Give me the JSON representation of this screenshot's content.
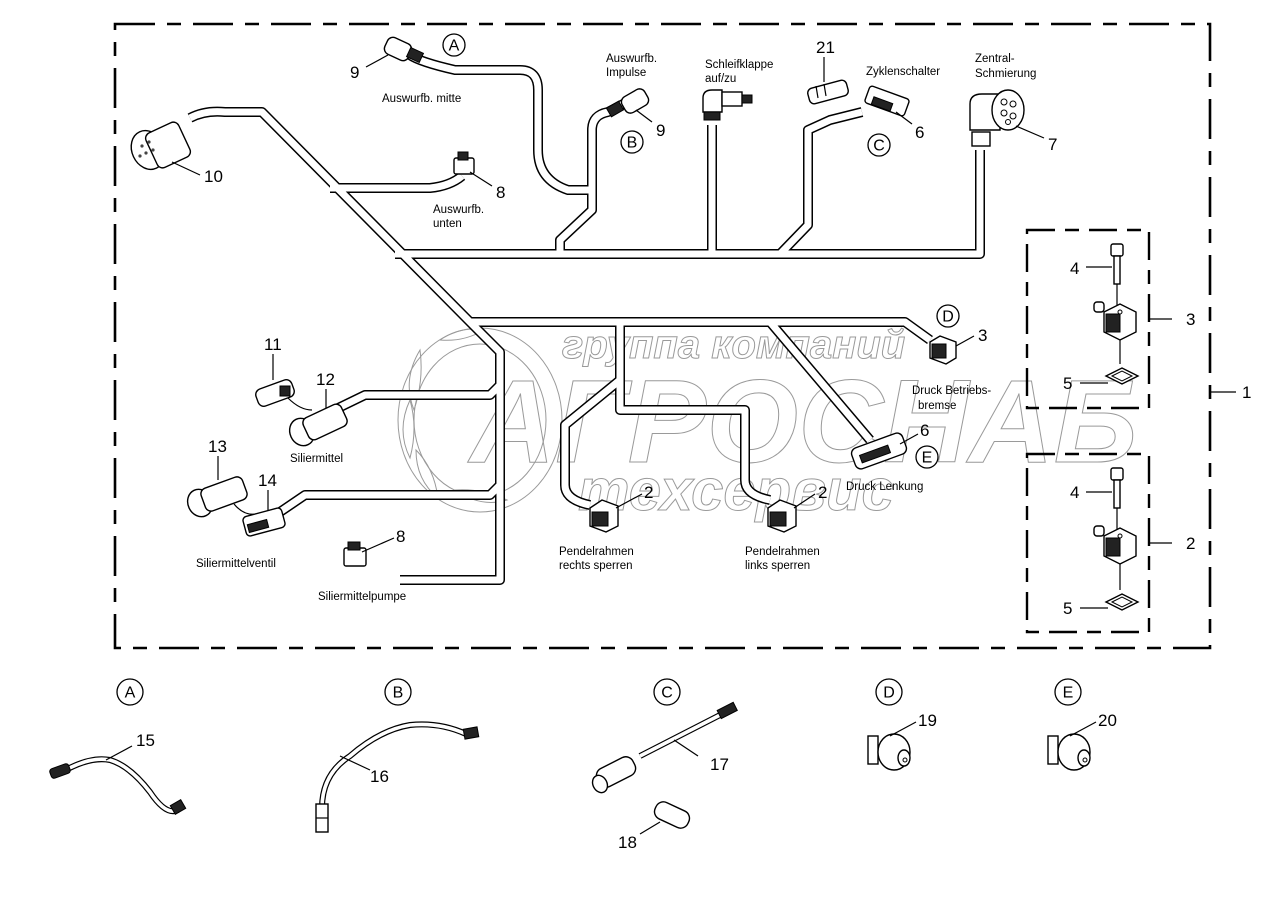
{
  "diagram": {
    "title": "Wiring harness assembly (exploded view)",
    "assembly_number": "1",
    "callouts": {
      "c10": "10",
      "c9a": "9",
      "c9b": "9",
      "c8a": "8",
      "c21": "21",
      "c6a": "6",
      "c7": "7",
      "c11": "11",
      "c12": "12",
      "c13": "13",
      "c14": "14",
      "c8b": "8",
      "c3": "3",
      "c6b": "6",
      "c2a": "2",
      "c2b": "2",
      "c4a": "4",
      "c3r": "3",
      "c5a": "5",
      "c4b": "4",
      "c2r": "2",
      "c5b": "5",
      "c1": "1",
      "c15": "15",
      "c16": "16",
      "c17": "17",
      "c18": "18",
      "c19": "19",
      "c20": "20"
    },
    "detail_refs": {
      "A_top": "A",
      "B_top": "B",
      "C_top": "C",
      "D_top": "D",
      "E_top": "E",
      "A_bot": "A",
      "B_bot": "B",
      "C_bot": "C",
      "D_bot": "D",
      "E_bot": "E"
    },
    "labels": {
      "auswurfb_mitte": "Auswurfb. mitte",
      "auswurfb_impulse_1": "Auswurfb.",
      "auswurfb_impulse_2": "Impulse",
      "schleifklappe_1": "Schleifklappe",
      "schleifklappe_2": "auf/zu",
      "zyklenschalter": "Zyklenschalter",
      "zentral_1": "Zentral-",
      "zentral_2": "Schmierung",
      "auswurfb_unten_1": "Auswurfb.",
      "auswurfb_unten_2": "unten",
      "siliermittel": "Siliermittel",
      "siliermittelventil": "Siliermittelventil",
      "siliermittelpumpe": "Siliermittelpumpe",
      "druck_betriebs_1": "Druck Betriebs-",
      "druck_betriebs_2": "bremse",
      "druck_lenkung": "Druck Lenkung",
      "pendel_rechts_1": "Pendelrahmen",
      "pendel_rechts_2": "rechts sperren",
      "pendel_links_1": "Pendelrahmen",
      "pendel_links_2": "links sperren"
    },
    "watermark": {
      "line1": "группа компаний",
      "line2": "АГРОСНАБ",
      "line3": "техсервис"
    }
  }
}
